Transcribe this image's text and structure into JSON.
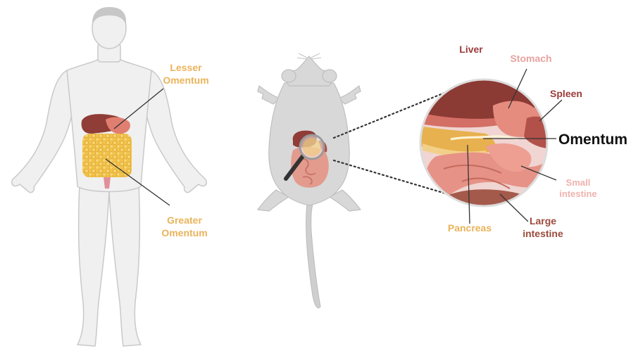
{
  "human": {
    "lesser_omentum_line1": "Lesser",
    "lesser_omentum_line2": "Omentum",
    "greater_omentum_line1": "Greater",
    "greater_omentum_line2": "Omentum"
  },
  "zoom": {
    "liver": "Liver",
    "stomach": "Stomach",
    "spleen": "Spleen",
    "omentum": "Omentum",
    "small_intestine_line1": "Small",
    "small_intestine_line2": "intestine",
    "large_intestine_line1": "Large",
    "large_intestine_line2": "intestine",
    "pancreas": "Pancreas"
  },
  "colors": {
    "omentum_label": "#eab35a",
    "liver_label": "#9b3a3a",
    "stomach_label": "#e7a39f",
    "small_intestine_label": "#eeb2ad",
    "large_intestine_label": "#9b4a3c",
    "body_fill": "#f0f0f0",
    "body_stroke": "#c9c9c9"
  }
}
